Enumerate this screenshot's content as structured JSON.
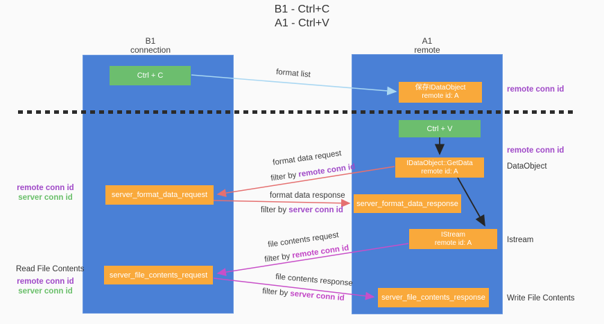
{
  "title": {
    "line1": "B1 - Ctrl+C",
    "line2": "A1 - Ctrl+V"
  },
  "lanes": {
    "left": {
      "name": "B1",
      "role": "connection"
    },
    "right": {
      "name": "A1",
      "role": "remote"
    }
  },
  "boxes": {
    "ctrl_c": "Ctrl + C",
    "ctrl_v": "Ctrl + V",
    "save_dataobject": {
      "line1": "保存IDataObject",
      "line2": "remote id: A"
    },
    "getdata": {
      "line1": "IDataObject::GetData",
      "line2": "remote id: A"
    },
    "istream": {
      "line1": "IStream",
      "line2": "remote id: A"
    },
    "format_request": "server_format_data_request",
    "format_response": "server_format_data_response",
    "file_request": "server_file_contents_request",
    "file_response": "server_file_contents_response"
  },
  "arrow_labels": {
    "format_list": "format list",
    "format_data_request": "format data request",
    "format_data_response": "format data response",
    "file_contents_request": "file contents request",
    "file_contents_response": "file contents response",
    "filter_by": "filter by"
  },
  "shared": {
    "remote_conn_id": "remote conn id",
    "server_conn_id": "server conn id"
  },
  "side_labels": {
    "dataobject": "DataObject",
    "istream": "Istream",
    "read_file_contents": "Read File Contents",
    "write_file_contents": "Write File Contents"
  },
  "colors": {
    "lane_blue": "#4a80d6",
    "node_green": "#6cbe6e",
    "node_orange": "#f9a93b",
    "arrow_red": "#e57070",
    "arrow_magenta": "#c84fc8",
    "arrow_blue": "#a9d7f2",
    "arrow_black": "#262626",
    "text_purple": "#a04ac8",
    "text_green": "#6abf6a"
  }
}
